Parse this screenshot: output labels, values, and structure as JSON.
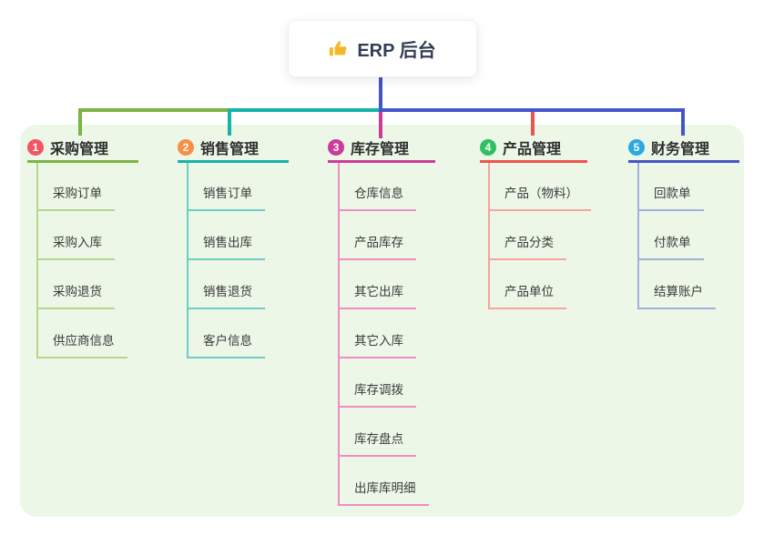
{
  "root": {
    "label": "ERP 后台",
    "icon": "thumbs-up-icon"
  },
  "colors": {
    "panel_bg": "#edf7e8",
    "root_connector": "#4355c4",
    "header_text": "#2e2e2e",
    "child_text": "#3a3a3a",
    "root_card_bg": "#ffffff"
  },
  "branches": [
    {
      "badge": "1",
      "label": "采购管理",
      "badge_color": "#f25662",
      "line_color": "#7cb342",
      "child_line_color": "#b3d88b",
      "children": [
        "采购订单",
        "采购入库",
        "采购退货",
        "供应商信息"
      ]
    },
    {
      "badge": "2",
      "label": "销售管理",
      "badge_color": "#fb8d44",
      "line_color": "#16b3a8",
      "child_line_color": "#6fccc3",
      "children": [
        "销售订单",
        "销售出库",
        "销售退货",
        "客户信息"
      ]
    },
    {
      "badge": "3",
      "label": "库存管理",
      "badge_color": "#cd3b9a",
      "line_color": "#cd3b9a",
      "child_line_color": "#f18cc5",
      "children": [
        "仓库信息",
        "产品库存",
        "其它出库",
        "其它入库",
        "库存调拨",
        "库存盘点",
        "出库库明细"
      ]
    },
    {
      "badge": "4",
      "label": "产品管理",
      "badge_color": "#2ec162",
      "line_color": "#ee544e",
      "child_line_color": "#f5a49f",
      "children": [
        "产品（物料）",
        "产品分类",
        "产品单位"
      ]
    },
    {
      "badge": "5",
      "label": "财务管理",
      "badge_color": "#2baae2",
      "line_color": "#4456c7",
      "child_line_color": "#9fb0db",
      "children": [
        "回款单",
        "付款单",
        "结算账户"
      ]
    }
  ]
}
